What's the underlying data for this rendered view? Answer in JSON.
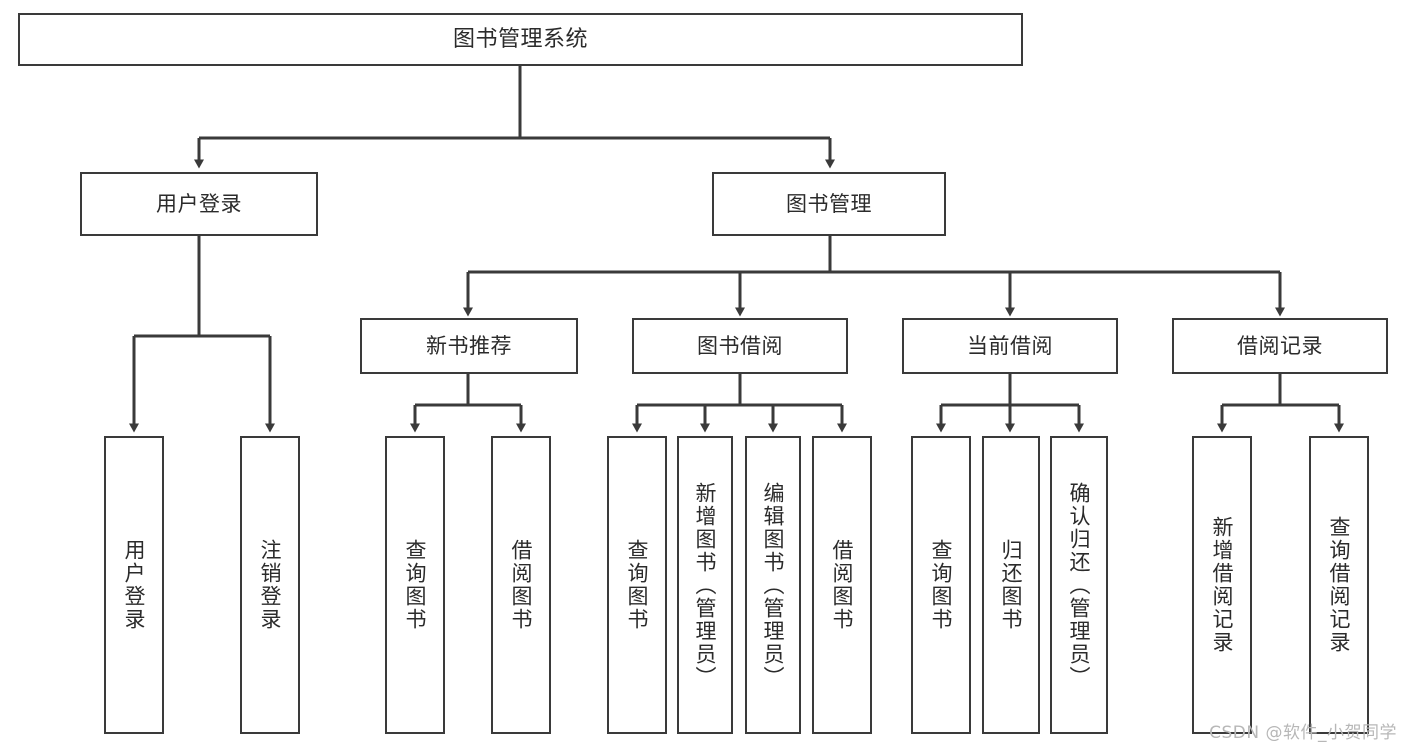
{
  "diagram": {
    "title": "图书管理系统",
    "type": "tree-hierarchy",
    "watermark": "CSDN @软件_小贺同学",
    "colors": {
      "line": "#3a3a3a",
      "box_border": "#3a3a3a",
      "box_fill": "#ffffff",
      "text": "#2b2b2b",
      "background": "#ffffff",
      "watermark": "#b7b7b7"
    },
    "nodes": {
      "root": {
        "label": "图书管理系统"
      },
      "level2": [
        {
          "label": "用户登录"
        },
        {
          "label": "图书管理"
        }
      ],
      "level3": [
        {
          "label": "新书推荐"
        },
        {
          "label": "图书借阅"
        },
        {
          "label": "当前借阅"
        },
        {
          "label": "借阅记录"
        }
      ],
      "leaves": {
        "user_login": [
          {
            "label": "用户登录"
          },
          {
            "label": "注销登录"
          }
        ],
        "new_book_recommend": [
          {
            "label": "查询图书"
          },
          {
            "label": "借阅图书"
          }
        ],
        "book_borrow": [
          {
            "label": "查询图书"
          },
          {
            "label": "新增图书（管理员）"
          },
          {
            "label": "编辑图书（管理员）"
          },
          {
            "label": "借阅图书"
          }
        ],
        "current_borrow": [
          {
            "label": "查询图书"
          },
          {
            "label": "归还图书"
          },
          {
            "label": "确认归还（管理员）"
          }
        ],
        "borrow_record": [
          {
            "label": "新增借阅记录"
          },
          {
            "label": "查询借阅记录"
          }
        ]
      }
    }
  }
}
